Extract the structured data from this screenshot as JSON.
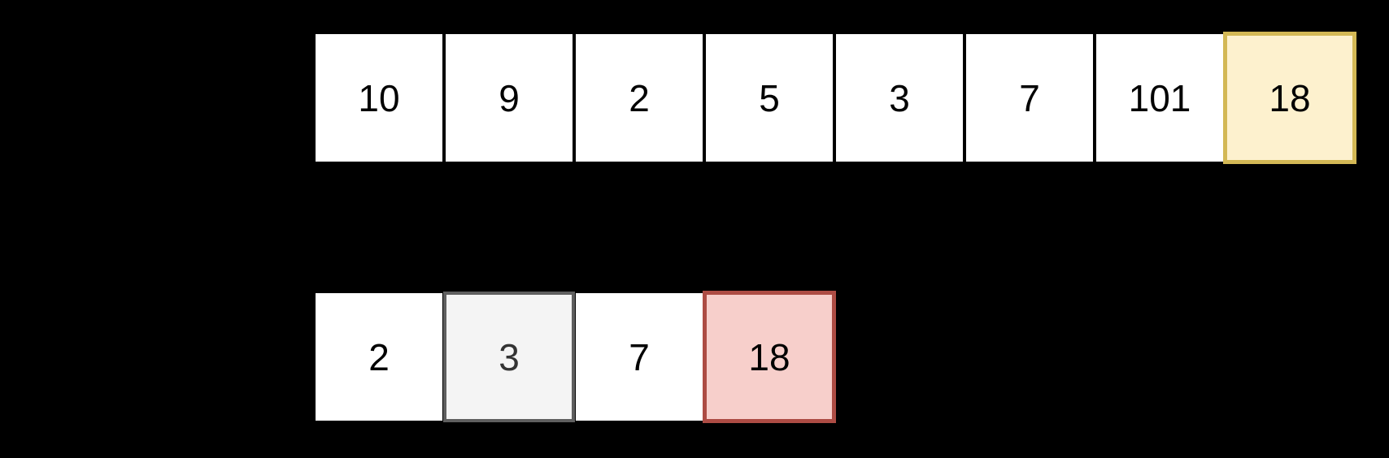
{
  "colors": {
    "background": "#000000",
    "cell_background": "#ffffff",
    "cell_text": "#000000",
    "highlight_yellow_background": "#fdf1ce",
    "highlight_yellow_border": "#d3b855",
    "highlight_gray_background": "#f4f4f4",
    "highlight_gray_border": "#5f5f5f",
    "highlight_gray_text": "#333333",
    "highlight_red_background": "#f7cfcb",
    "highlight_red_border": "#ad4c44"
  },
  "top_array": {
    "cells": [
      {
        "value": "10",
        "state": "normal"
      },
      {
        "value": "9",
        "state": "normal"
      },
      {
        "value": "2",
        "state": "normal"
      },
      {
        "value": "5",
        "state": "normal"
      },
      {
        "value": "3",
        "state": "normal"
      },
      {
        "value": "7",
        "state": "normal"
      },
      {
        "value": "101",
        "state": "normal"
      },
      {
        "value": "18",
        "state": "highlight-yellow"
      }
    ]
  },
  "bottom_array": {
    "cells": [
      {
        "value": "2",
        "state": "normal"
      },
      {
        "value": "3",
        "state": "highlight-gray"
      },
      {
        "value": "7",
        "state": "normal"
      },
      {
        "value": "18",
        "state": "highlight-red"
      }
    ]
  }
}
